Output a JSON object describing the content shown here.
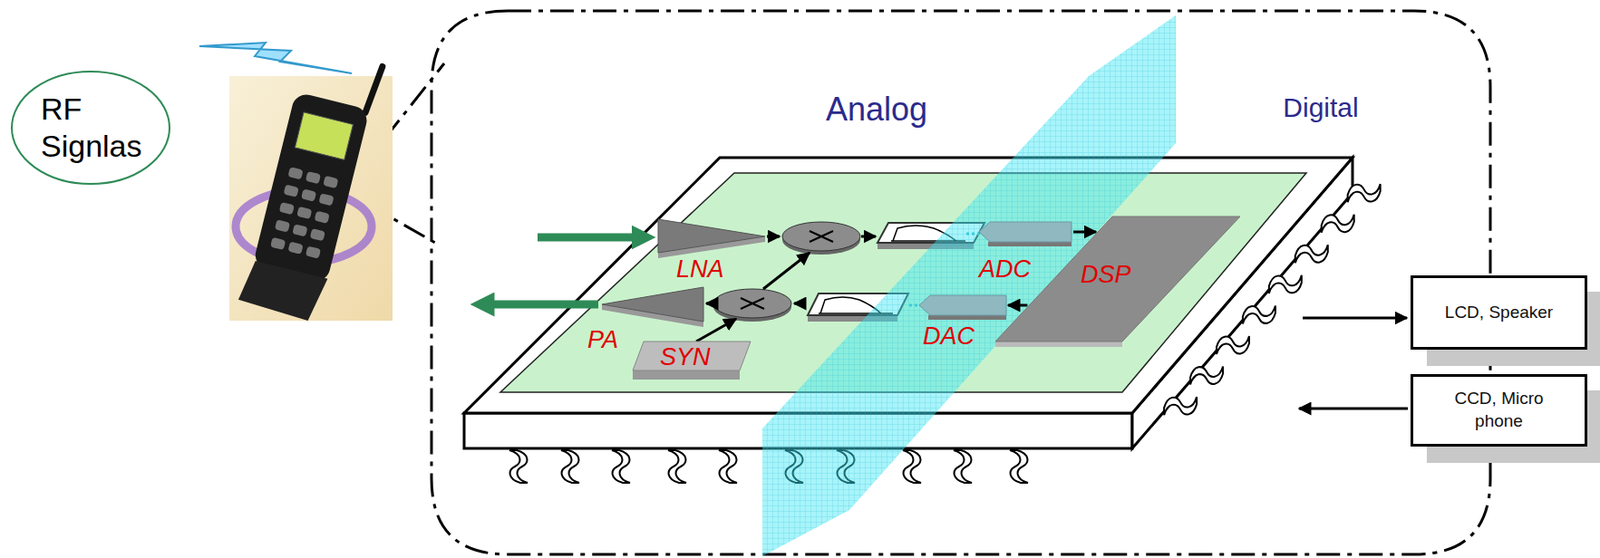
{
  "diagram": {
    "nodes": [
      {
        "text": [
          "RF Signlas"
        ]
      },
      {
        "text": [
          "LNA"
        ]
      },
      {
        "text": [
          "ADC"
        ]
      },
      {
        "text": [
          "DSP"
        ]
      },
      {
        "text": [
          "DAC"
        ]
      },
      {
        "text": [
          "PA"
        ]
      },
      {
        "text": [
          "SYN"
        ]
      },
      {
        "text": [
          "LCD, Speaker"
        ]
      },
      {
        "text": [
          "CCD, Micro phone"
        ]
      }
    ],
    "edges": [
      {
        "from": 2,
        "to": 3,
        "arrow": "to"
      },
      {
        "from": 3,
        "to": 4,
        "arrow": "to"
      }
    ],
    "labels": [
      "Analog",
      "Digital"
    ]
  }
}
